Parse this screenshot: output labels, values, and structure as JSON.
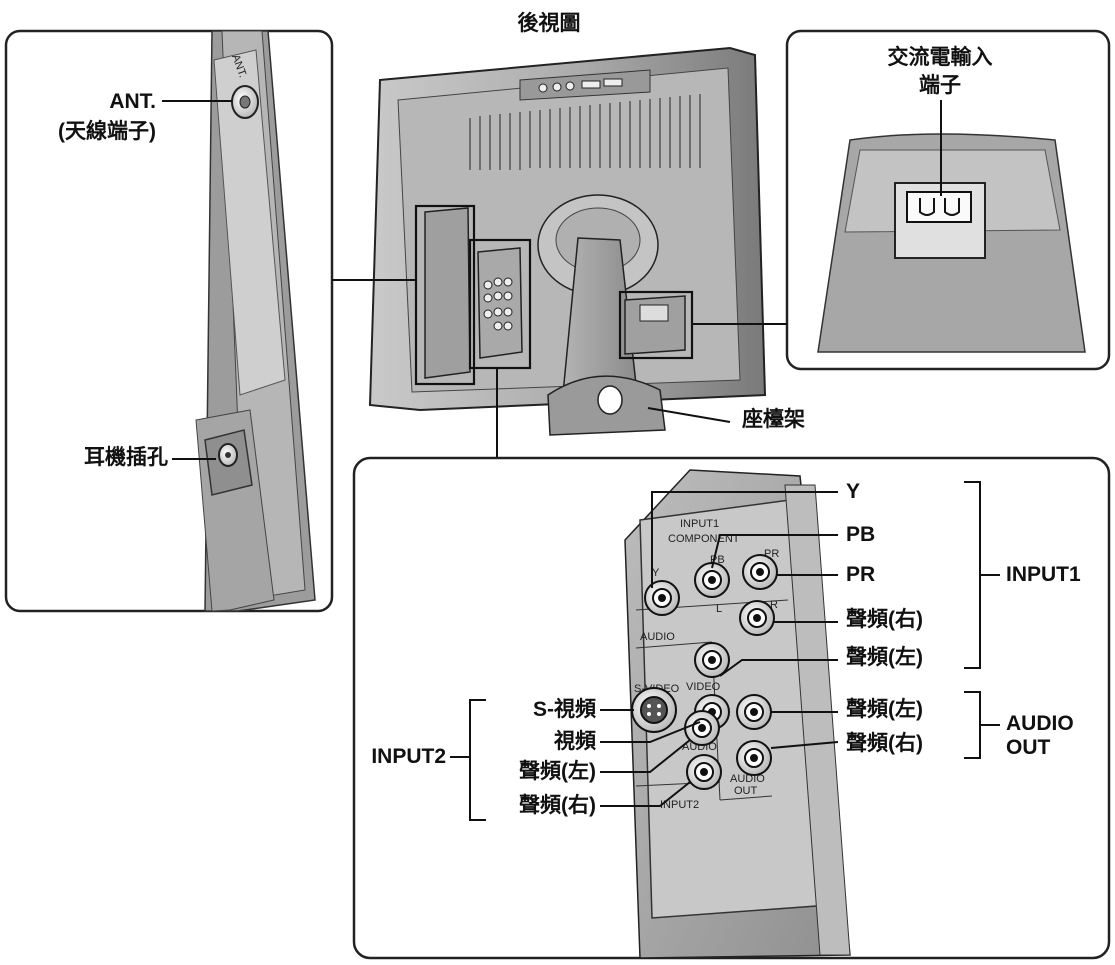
{
  "title": "後視圖",
  "left_panel": {
    "ant_label": "ANT.",
    "ant_sub": "(天線端子)",
    "ant_print": "ANT.",
    "headphone_label": "耳機插孔"
  },
  "power_panel": {
    "label_line1": "交流電輸入",
    "label_line2": "端子"
  },
  "stand_label": "座檯架",
  "terminal_panel": {
    "printed": {
      "input1": "INPUT1",
      "component": "COMPONENT",
      "pb": "PB",
      "pr": "PR",
      "y": "Y",
      "l": "L",
      "r": "R",
      "audio": "AUDIO",
      "svideo": "S-VIDEO",
      "video": "VIDEO",
      "audio2": "AUDIO",
      "input2": "INPUT2",
      "audio_out_1": "AUDIO",
      "audio_out_2": "OUT"
    },
    "right_labels": {
      "y": "Y",
      "pb": "PB",
      "pr": "PR",
      "audio_r1": "聲頻(右)",
      "audio_l1": "聲頻(左)",
      "audio_l_out": "聲頻(左)",
      "audio_r_out": "聲頻(右)"
    },
    "left_labels": {
      "svideo": "S-視頻",
      "video": "視頻",
      "audio_l2": "聲頻(左)",
      "audio_r2": "聲頻(右)"
    },
    "groups": {
      "input1": "INPUT1",
      "input2": "INPUT2",
      "audio_out_line1": "AUDIO",
      "audio_out_line2": "OUT"
    }
  }
}
